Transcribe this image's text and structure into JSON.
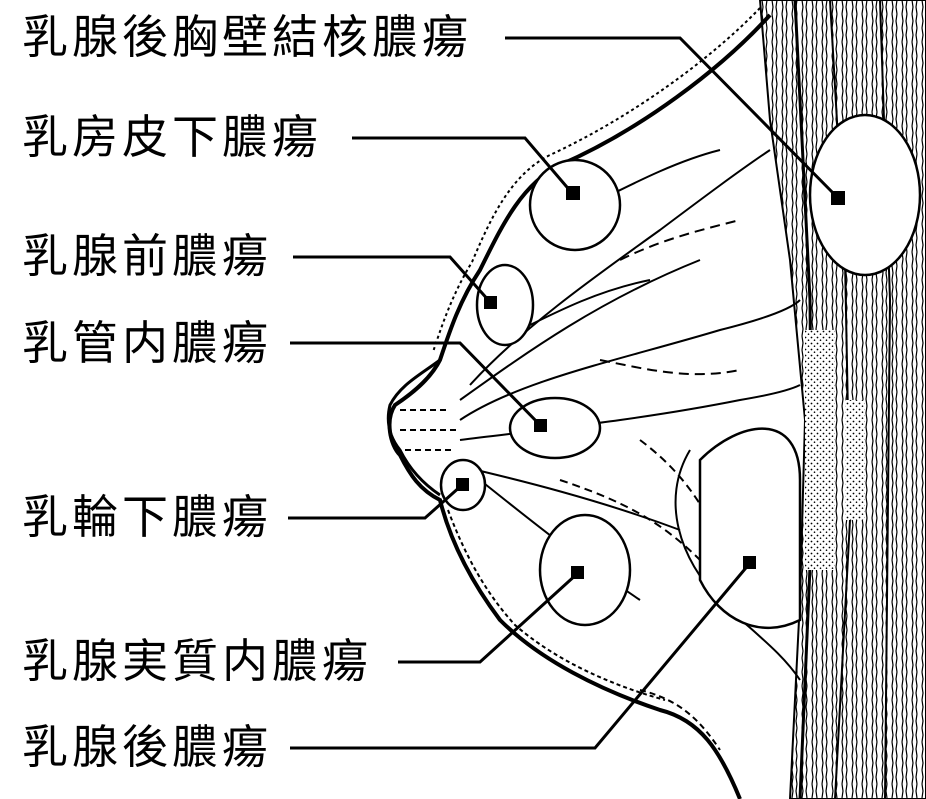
{
  "diagram": {
    "labels": [
      {
        "id": "retromammary-chest-wall-tb",
        "text": "乳腺後胸壁結核膿瘍"
      },
      {
        "id": "subcutaneous",
        "text": "乳房皮下膿瘍"
      },
      {
        "id": "premammary",
        "text": "乳腺前膿瘍"
      },
      {
        "id": "intraductal",
        "text": "乳管内膿瘍"
      },
      {
        "id": "subareolar",
        "text": "乳輪下膿瘍"
      },
      {
        "id": "intraparenchymal",
        "text": "乳腺実質内膿瘍"
      },
      {
        "id": "retromammary",
        "text": "乳腺後膿瘍"
      }
    ],
    "colors": {
      "ink": "#000000",
      "background": "#ffffff"
    }
  }
}
